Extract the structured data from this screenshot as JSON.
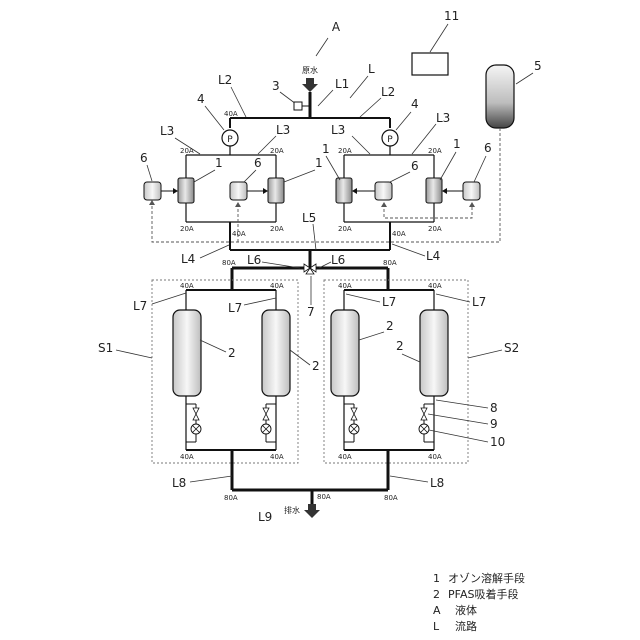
{
  "labels": {
    "A": "A",
    "L": "L",
    "raw_water": "原水",
    "drain": "排水",
    "n11": "11",
    "n5": "5",
    "n3": "3",
    "n4": "4",
    "n6": "6",
    "n1": "1",
    "n2": "2",
    "n7": "7",
    "n8": "8",
    "n9": "9",
    "n10": "10",
    "L1": "L1",
    "L2": "L2",
    "L3": "L3",
    "L4": "L4",
    "L5": "L5",
    "L6": "L6",
    "L7": "L7",
    "L8": "L8",
    "L9": "L9",
    "S1": "S1",
    "S2": "S2",
    "P": "P"
  },
  "pipe_sizes": {
    "s20": "20A",
    "s40": "40A",
    "s80": "80A"
  },
  "legend": [
    {
      "key": "1",
      "text": "オゾン溶解手段"
    },
    {
      "key": "2",
      "text": "PFAS吸着手段"
    },
    {
      "key": "A",
      "text": "液体"
    },
    {
      "key": "L",
      "text": "流路"
    }
  ]
}
